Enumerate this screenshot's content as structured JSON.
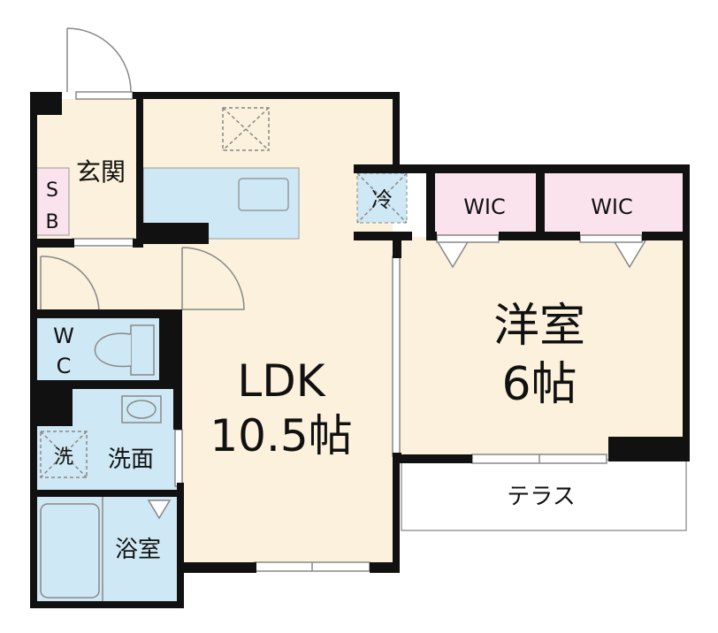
{
  "colors": {
    "wall": "#111111",
    "floor": "#fbf1dc",
    "wet": "#cfe8f5",
    "closet": "#fbe3ee",
    "outline": "#8a8a8a",
    "terrace": "#ffffff"
  },
  "rooms": {
    "ldk": {
      "name": "LDK",
      "size": "10.5帖"
    },
    "western": {
      "name": "洋室",
      "size": "6帖"
    },
    "genkan": "玄関",
    "shoebox": {
      "line1": "S",
      "line2": "B"
    },
    "wc": {
      "line1": "W",
      "line2": "C"
    },
    "washroom": "洗面",
    "washer": "洗",
    "bath": "浴室",
    "fridge": "冷",
    "wic_left": "WIC",
    "wic_right": "WIC",
    "terrace": "テラス"
  }
}
